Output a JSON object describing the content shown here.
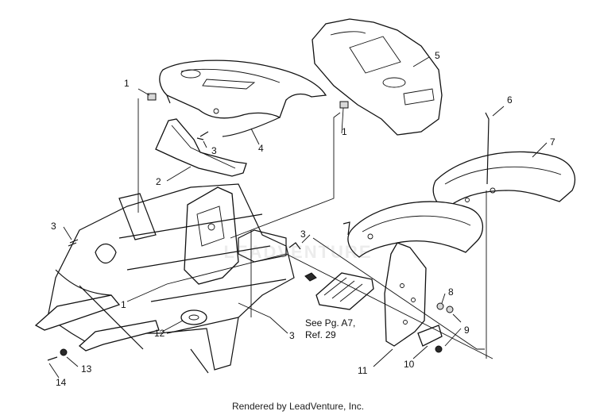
{
  "callouts": {
    "c1a": "1",
    "c1b": "1",
    "c1c": "1",
    "c2": "2",
    "c3a": "3",
    "c3b": "3",
    "c3c": "3",
    "c3d": "3",
    "c4": "4",
    "c5": "5",
    "c6": "6",
    "c7": "7",
    "c8": "8",
    "c9": "9",
    "c10": "10",
    "c11": "11",
    "c12": "12",
    "c13": "13",
    "c14": "14"
  },
  "reference_note": {
    "line1": "See Pg. A7,",
    "line2": "Ref. 29"
  },
  "watermark": "LEADVENTURE",
  "footer": "Rendered by LeadVenture, Inc."
}
